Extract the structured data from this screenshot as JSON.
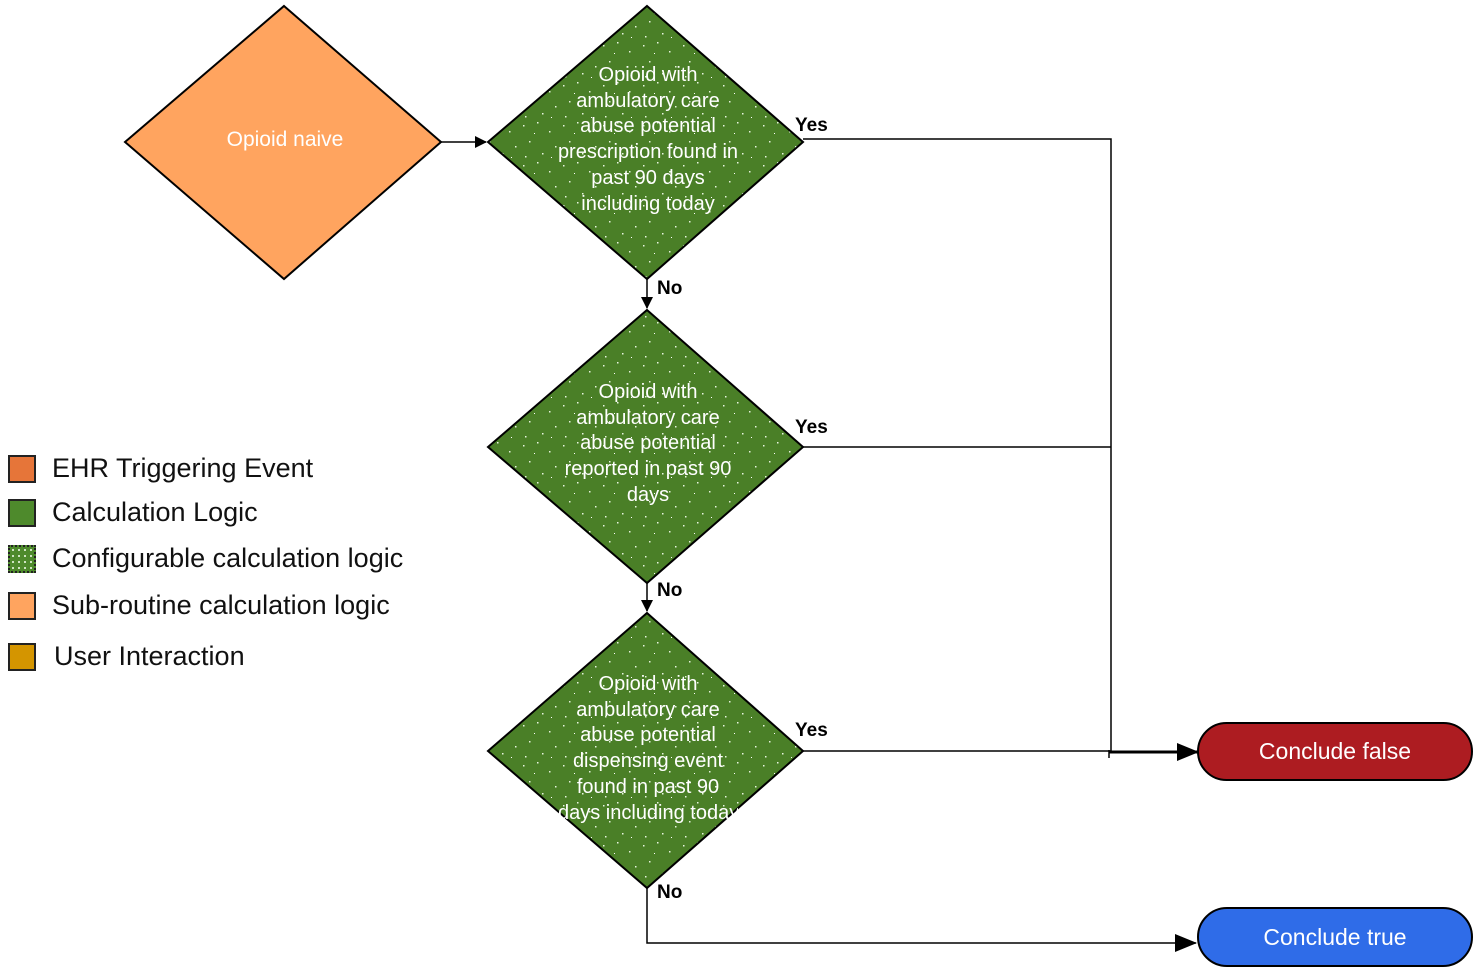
{
  "nodes": {
    "start": {
      "label": "Opioid naive",
      "color": "#ffa45f"
    },
    "decision1": {
      "label": "Opioid with\nambulatory care\nabuse potential\nprescription found in\npast 90 days\nincluding today"
    },
    "decision2": {
      "label": "Opioid with\nambulatory care\nabuse potential\nreported in past 90\ndays"
    },
    "decision3": {
      "label": "Opioid with\nambulatory care\nabuse potential\ndispensing event\nfound in past 90\ndays including today"
    },
    "conclude_false": {
      "label": "Conclude false",
      "color": "#ad1c21"
    },
    "conclude_true": {
      "label": "Conclude true",
      "color": "#2f6ce8"
    }
  },
  "edge_labels": {
    "yes1": "Yes",
    "yes2": "Yes",
    "yes3": "Yes",
    "no1": "No",
    "no2": "No",
    "no3": "No"
  },
  "legend": [
    {
      "label": "EHR Triggering Event",
      "color": "#e67539"
    },
    {
      "label": "Calculation Logic",
      "color": "#4e8a2c"
    },
    {
      "label": "Configurable calculation logic",
      "color": "#4e8a2c"
    },
    {
      "label": "Sub-routine calculation logic",
      "color": "#ffa45f"
    },
    {
      "label": "User Interaction",
      "color": "#d49500"
    }
  ],
  "colors": {
    "decision_fill": "#4a7f27"
  }
}
